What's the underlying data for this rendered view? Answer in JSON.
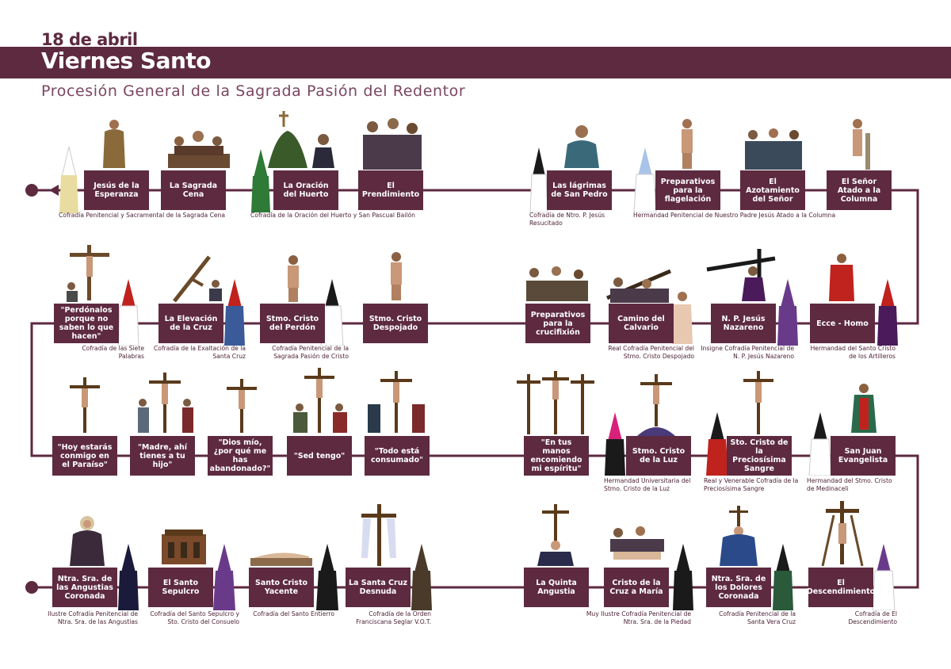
{
  "header": {
    "date": "18 de abril",
    "title": "Viernes Santo",
    "subtitle": "Procesión General de la Sagrada Pasión del Redentor"
  },
  "colors": {
    "primary": "#5d2a40",
    "text": "#4a1e33",
    "background": "#ffffff"
  },
  "rows": [
    {
      "stations": [
        {
          "label": "Jesús de la Esperanza",
          "icon": "nazareno-figure-icon"
        },
        {
          "label": "La Sagrada Cena",
          "icon": "last-supper-icon"
        },
        {
          "label": "La Oración del Huerto",
          "icon": "garden-prayer-icon"
        },
        {
          "label": "El Prendimiento",
          "icon": "arrest-icon"
        },
        {
          "label": "Las lágrimas de San Pedro",
          "icon": "saint-peter-icon"
        },
        {
          "label": "Preparativos para la flagelación",
          "icon": "preparation-icon"
        },
        {
          "label": "El Azotamiento del Señor",
          "icon": "flagellation-icon"
        },
        {
          "label": "El Señor Atado a la Columna",
          "icon": "column-icon"
        }
      ],
      "captions": [
        "Cofradía Penitencial y Sacramental de la Sagrada Cena",
        "Cofradía de la Oración del Huerto y San Pascual Bailón",
        "Cofradía de Ntro. P. Jesús Resucitado",
        "Hermandad Penitencial de Nuestro Padre Jesús Atado a la Columna"
      ]
    },
    {
      "stations": [
        {
          "label": "\"Perdónalos porque no saben lo que hacen\"",
          "icon": "crucifix-icon"
        },
        {
          "label": "La Elevación de la Cruz",
          "icon": "cross-raising-icon"
        },
        {
          "label": "Stmo. Cristo del Perdón",
          "icon": "christ-figure-icon"
        },
        {
          "label": "Stmo. Cristo Despojado",
          "icon": "christ-figure-icon"
        },
        {
          "label": "Preparativos para la crucifixión",
          "icon": "preparation-icon"
        },
        {
          "label": "Camino del Calvario",
          "icon": "cross-carrying-icon"
        },
        {
          "label": "N. P. Jesús Nazareno",
          "icon": "cross-carrying-icon"
        },
        {
          "label": "Ecce - Homo",
          "icon": "christ-figure-icon"
        }
      ],
      "captions": [
        "Cofradía de las Siete Palabras",
        "Cofradía de la Exaltación de la Santa Cruz",
        "Cofradía Penitencial de la Sagrada Pasión de Cristo",
        "Real Cofradía Penitencial del Stmo. Cristo Despojado",
        "Insigne Cofradía Penitencial de N. P. Jesús Nazareno",
        "Hermandad del Santo Cristo de los Artilleros"
      ]
    },
    {
      "stations": [
        {
          "label": "\"Hoy estarás conmigo en el Paraíso\"",
          "icon": "crucifix-icon"
        },
        {
          "label": "\"Madre, ahí tienes a tu hijo\"",
          "icon": "crucifix-icon"
        },
        {
          "label": "\"Dios mío, ¿por qué me has abandonado?\"",
          "icon": "crucifix-icon"
        },
        {
          "label": "\"Sed tengo\"",
          "icon": "crucifix-icon"
        },
        {
          "label": "\"Todo está consumado\"",
          "icon": "crucifix-icon"
        },
        {
          "label": "\"En tus manos encomiendo mi espíritu\"",
          "icon": "three-crosses-icon"
        },
        {
          "label": "Stmo. Cristo de la Luz",
          "icon": "crucifix-icon"
        },
        {
          "label": "Sto. Cristo de la Preciosísima Sangre",
          "icon": "crucifix-icon"
        },
        {
          "label": "San Juan Evangelista",
          "icon": "saint-john-icon"
        }
      ],
      "captions": [
        "Hermandad Universitaria del Stmo. Cristo de la Luz",
        "Real y Venerable Cofradía de la Preciosísima Sangre",
        "Hermandad del Stmo. Cristo de Medinaceli"
      ]
    },
    {
      "stations": [
        {
          "label": "Ntra. Sra. de las Angustias Coronada",
          "icon": "virgin-icon"
        },
        {
          "label": "El Santo Sepulcro",
          "icon": "sepulchre-icon"
        },
        {
          "label": "Santo Cristo Yacente",
          "icon": "recumbent-christ-icon"
        },
        {
          "label": "La Santa Cruz Desnuda",
          "icon": "bare-cross-icon"
        },
        {
          "label": "La Quinta Angustia",
          "icon": "pieta-icon"
        },
        {
          "label": "Cristo de la Cruz a María",
          "icon": "pieta-icon"
        },
        {
          "label": "Ntra. Sra. de los Dolores Coronada",
          "icon": "virgin-icon"
        },
        {
          "label": "El Descendimiento",
          "icon": "descent-icon"
        }
      ],
      "captions": [
        "Ilustre Cofradía Penitencial de Ntra. Sra. de las Angustias",
        "Cofradía del Santo Sepulcro y Sto. Cristo del Consuelo",
        "Cofradía del Santo Entierro",
        "Cofradía de la Orden Franciscana Seglar V.O.T.",
        "Muy Ilustre Cofradía Penitencial de Ntra. Sra. de la Piedad",
        "Cofradía Penitencial de la Santa Vera Cruz",
        "Cofradía de El Descendimiento"
      ]
    }
  ]
}
